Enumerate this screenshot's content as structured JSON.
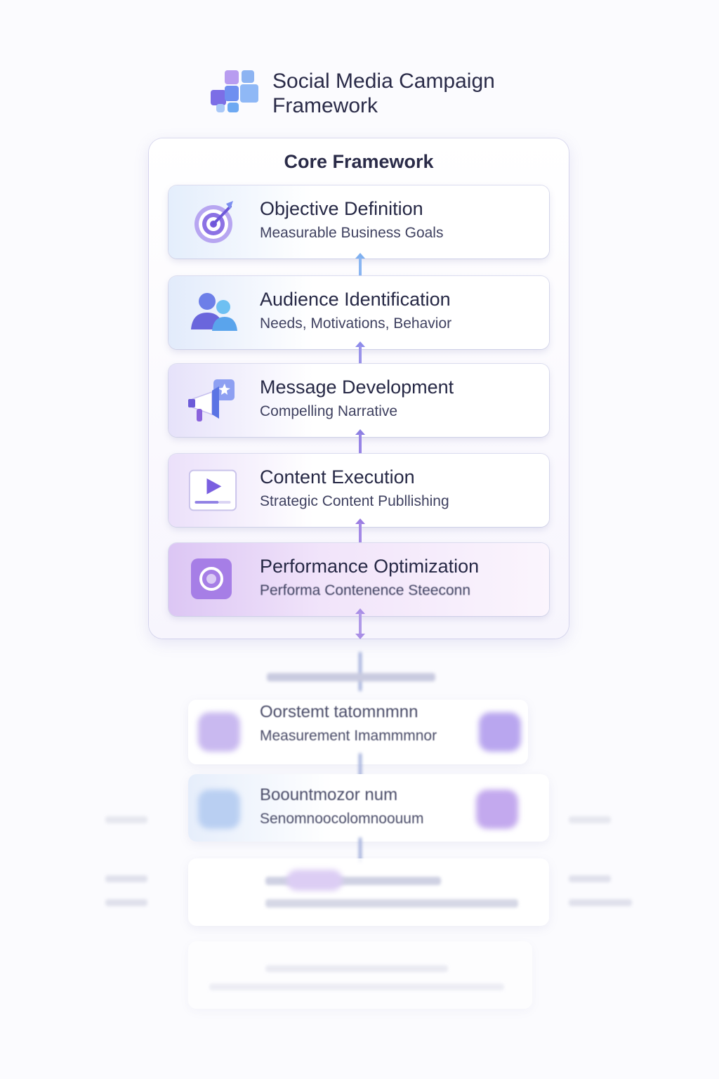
{
  "header": {
    "title_line1": "Social Media Campaign",
    "title_line2": "Framework"
  },
  "panel": {
    "title": "Core Framework",
    "steps": [
      {
        "name": "Objective Definition",
        "desc": "Measurable Business Goals",
        "icon": "target-icon"
      },
      {
        "name": "Audience Identification",
        "desc": "Needs, Motivations, Behavior",
        "icon": "people-icon"
      },
      {
        "name": "Message Development",
        "desc": "Compelling Narrative",
        "icon": "megaphone-icon"
      },
      {
        "name": "Content Execution",
        "desc": "Strategic Content Publlishing",
        "icon": "video-play-icon"
      },
      {
        "name": "Performance Optimization",
        "desc": "Performa Contenence Steeconn",
        "icon": "optimization-icon"
      }
    ]
  },
  "faded": {
    "card1_name": "Oorstemt tatomnmnn",
    "card1_desc": "Measurement Imammmnor",
    "card2_name": "Boountmozor num",
    "card2_desc": "Senomnoocolomnoouum"
  },
  "colors": {
    "accent_blue": "#5b8fe8",
    "accent_purple": "#8b6fe0",
    "accent_violet": "#b58be8",
    "text_dark": "#262845"
  }
}
